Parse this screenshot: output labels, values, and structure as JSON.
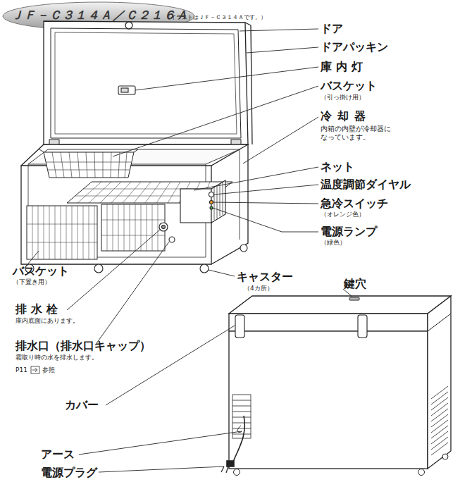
{
  "diagram": {
    "title": "ＪＦ－Ｃ３１４Ａ／Ｃ２１６Ａ",
    "labels": [
      "（イラストはＪＦ－Ｃ３１４Ａです。）",
      "ドア",
      "ドアパッキン",
      "庫内灯",
      "バスケット",
      "（引っ掛け用）",
      "冷却器",
      "内箱の内壁が冷却器に なっています。",
      "ネット",
      "温度調節ダイヤル",
      "急冷スイッチ",
      "（オレンジ色）",
      "電源ランプ",
      "（緑色）",
      "バスケット",
      "（下置き用）",
      "キャスター",
      "（4カ所）",
      "排水栓",
      "庫内底面にあります。",
      "排水口（排水口キャップ）",
      "霜取り時の水を排水します。",
      "P11",
      "参照",
      "鍵穴",
      "カバー",
      "アース",
      "電源プラグ"
    ]
  }
}
